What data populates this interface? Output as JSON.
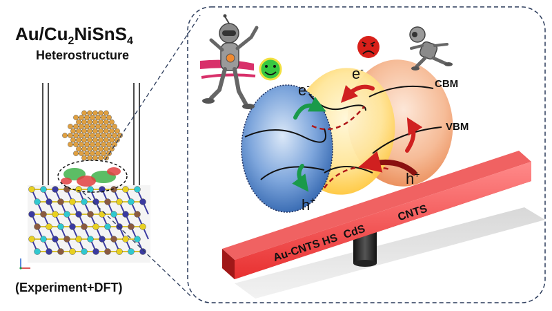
{
  "title": {
    "main_prefix": "Au/Cu",
    "sub_2": "2",
    "main_mid": "NiSnS",
    "sub_4": "4",
    "line2": "Heterostructure"
  },
  "footer": "(Experiment+DFT)",
  "labels": {
    "cbm": "CBM",
    "vbm": "VBM",
    "au_cnts_hs": "Au-CNTS HS",
    "cds": "CdS",
    "cnts": "CNTS"
  },
  "charges": {
    "e_left": "e",
    "e_left_sup": "-",
    "e_right": "e",
    "e_right_sup": "-",
    "h_left": "h",
    "h_left_sup": "+",
    "h_right": "h",
    "h_right_sup": "+"
  },
  "colors": {
    "blue_region": "#4a7fc4",
    "yellow_region": "#ffd24a",
    "orange_region": "#f0a070",
    "seesaw": "#e83030",
    "green_arrow": "#1a9a4a",
    "red_arrow": "#d02020",
    "frame": "#2a3a5a",
    "gold_atom": "#e0a040"
  },
  "icons": {
    "happy_face": "smiley-face-icon",
    "sad_face": "frowning-face-icon",
    "winner_robot": "robot-winner-icon",
    "runner_robot": "robot-runner-icon"
  }
}
